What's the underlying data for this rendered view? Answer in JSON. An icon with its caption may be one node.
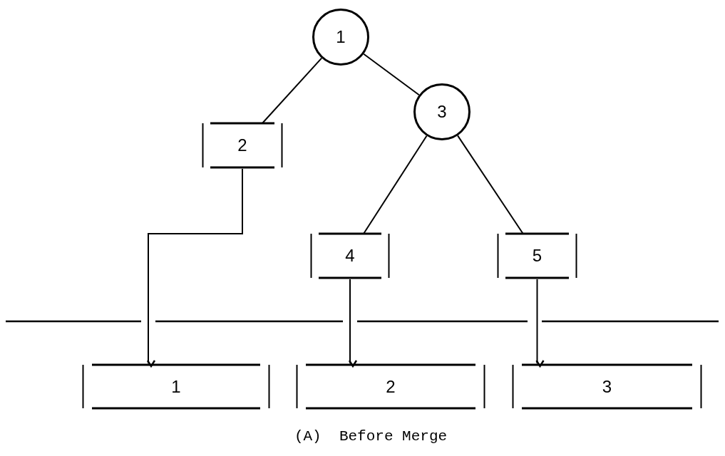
{
  "diagram": {
    "caption": "(A)  Before Merge",
    "nodes": [
      {
        "text": [
          "1"
        ]
      },
      {
        "text": [
          "2"
        ]
      },
      {
        "text": [
          "3"
        ]
      },
      {
        "text": [
          "4"
        ]
      },
      {
        "text": [
          "5"
        ]
      },
      {
        "text": [
          "1"
        ]
      },
      {
        "text": [
          "2"
        ]
      },
      {
        "text": [
          "3"
        ]
      }
    ],
    "edges": [
      {
        "from": 0,
        "to": 1,
        "arrow": "none"
      },
      {
        "from": 0,
        "to": 2,
        "arrow": "none"
      },
      {
        "from": 2,
        "to": 3,
        "arrow": "none"
      },
      {
        "from": 2,
        "to": 4,
        "arrow": "none"
      },
      {
        "from": 1,
        "to": 5,
        "arrow": "to"
      },
      {
        "from": 3,
        "to": 6,
        "arrow": "to"
      },
      {
        "from": 4,
        "to": 7,
        "arrow": "to"
      }
    ]
  }
}
